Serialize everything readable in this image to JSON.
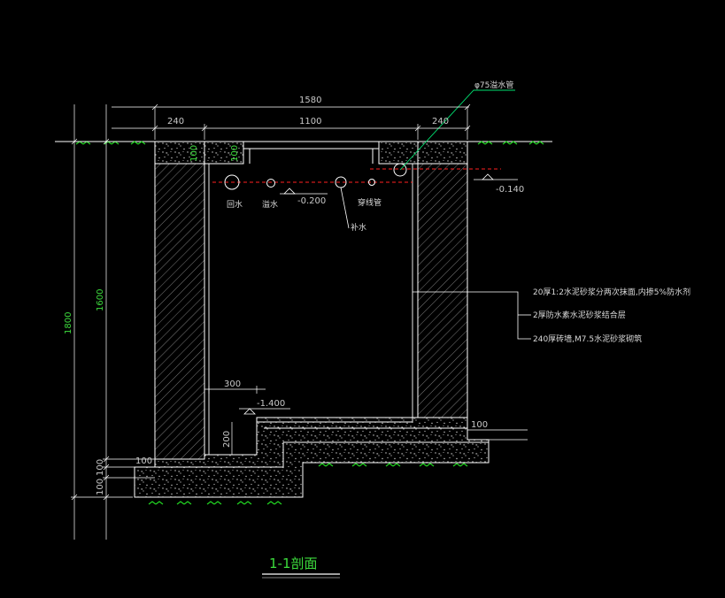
{
  "title": "1-1剖面",
  "dimensions": {
    "overall_width": "1580",
    "wall_left": "240",
    "inner_width": "1100",
    "wall_right": "240",
    "total_height": "1800",
    "inner_height": "1600",
    "top_slab_left": "100",
    "top_slab_right": "100",
    "sump_width": "300",
    "sump_depth": "200",
    "base_thickness_right": "100",
    "base_thickness_left": "100",
    "foundation_1": "100",
    "foundation_2": "100",
    "foundation_3": "100"
  },
  "elevations": {
    "right": "-0.140",
    "mid": "-0.200",
    "bottom": "-1.400"
  },
  "pipe_labels": {
    "overflow": "φ75溢水管",
    "p1": "回水",
    "p2": "溢水",
    "p3": "补水",
    "p4": "穿线管"
  },
  "notes": [
    "20厚1:2水泥砂浆分两次抹面,内掺5%防水剂",
    "2厚防水素水泥砂浆结合层",
    "240厚砖墙,M7.5水泥砂浆砌筑"
  ],
  "colors": {
    "background": "#000000",
    "outline": "#ffffff",
    "hatch": "#9a9a9a",
    "ground": "#22d622",
    "dimension_text": "#c8c8c8",
    "leader": "#00e070",
    "water_line": "#ff2020"
  }
}
